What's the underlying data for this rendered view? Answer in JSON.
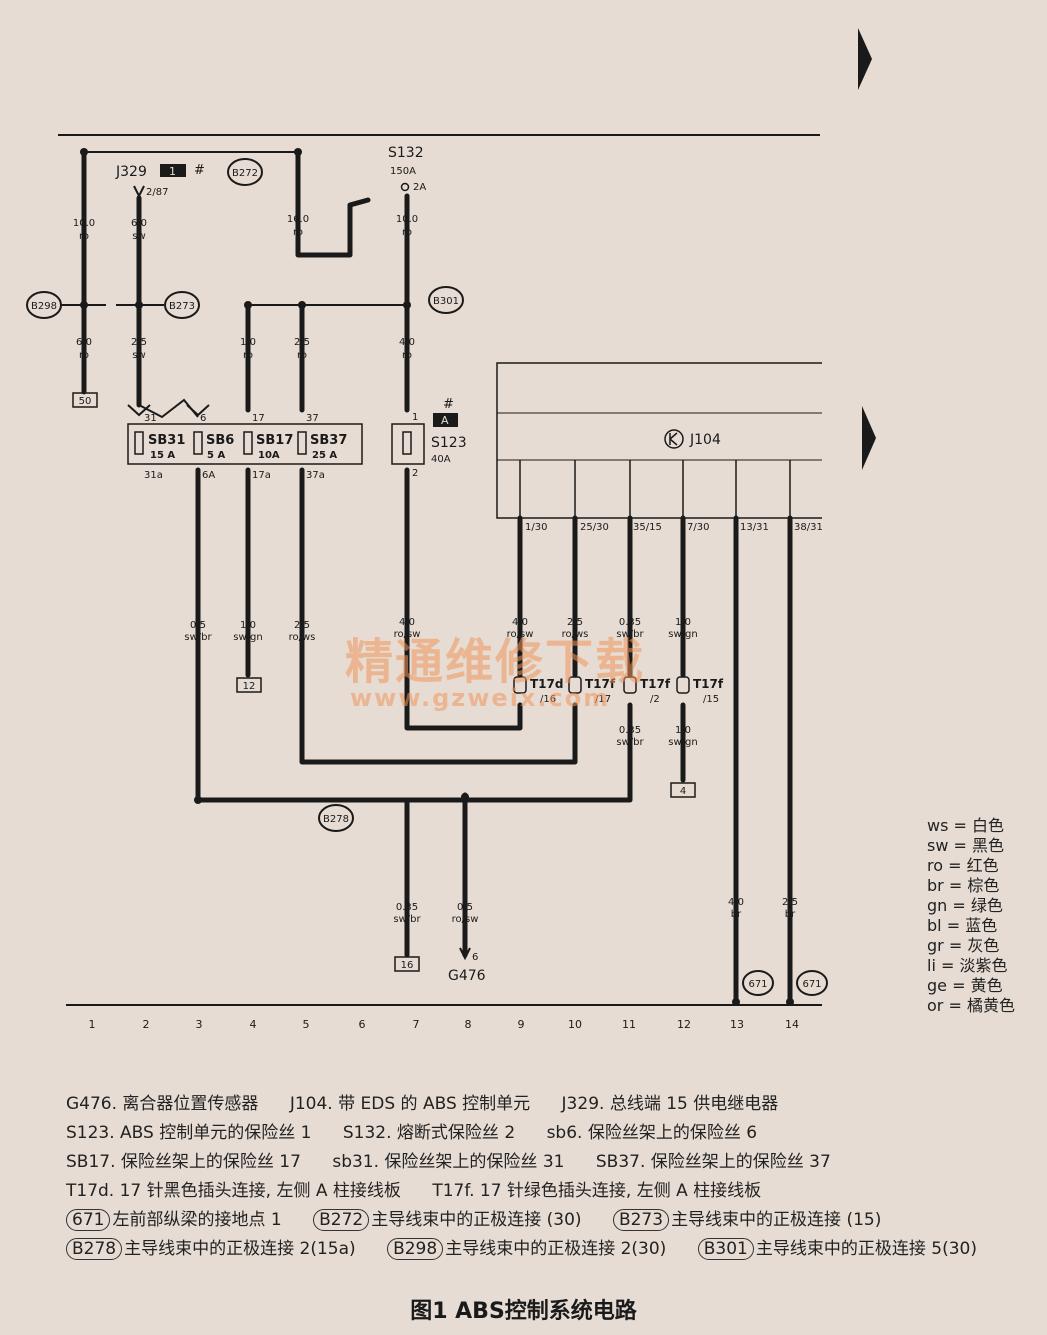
{
  "labels": {
    "j329": "J329",
    "j329_box": "1",
    "hash": "#",
    "b272": "B272",
    "s132": "S132",
    "s132_a": "150A",
    "s132_pin": "2A",
    "pin_287": "2/87",
    "b298": "B298",
    "b273": "B273",
    "b301": "B301",
    "b278": "B278",
    "n671": "671",
    "j104": "J104",
    "s123": "S123",
    "s123_a": "40A",
    "s123_box": "A",
    "g476": "G476"
  },
  "wires": [
    {
      "id": "w1",
      "size": "10.0",
      "color": "ro"
    },
    {
      "id": "w2",
      "size": "6.0",
      "color": "sw"
    },
    {
      "id": "w3",
      "size": "16.0",
      "color": "ro"
    },
    {
      "id": "w4",
      "size": "10.0",
      "color": "ro"
    },
    {
      "id": "w5",
      "size": "6.0",
      "color": "ro"
    },
    {
      "id": "w6",
      "size": "2.5",
      "color": "sw"
    },
    {
      "id": "w7",
      "size": "1.0",
      "color": "ro"
    },
    {
      "id": "w8",
      "size": "2.5",
      "color": "ro"
    },
    {
      "id": "w9",
      "size": "4.0",
      "color": "ro"
    },
    {
      "id": "w10",
      "size": "0.5",
      "color": "sw/br"
    },
    {
      "id": "w11",
      "size": "1.0",
      "color": "sw/gn"
    },
    {
      "id": "w12",
      "size": "2.5",
      "color": "ro/ws"
    },
    {
      "id": "w13",
      "size": "4.0",
      "color": "ro/sw"
    },
    {
      "id": "w14",
      "size": "4.0",
      "color": "ro/sw"
    },
    {
      "id": "w15",
      "size": "2.5",
      "color": "ro/ws"
    },
    {
      "id": "w16",
      "size": "0.35",
      "color": "sw/br"
    },
    {
      "id": "w17",
      "size": "1.0",
      "color": "sw/gn"
    },
    {
      "id": "w18",
      "size": "0.35",
      "color": "sw/br"
    },
    {
      "id": "w19",
      "size": "1.0",
      "color": "sw/gn"
    },
    {
      "id": "w20",
      "size": "0.35",
      "color": "sw/br"
    },
    {
      "id": "w21",
      "size": "0.5",
      "color": "ro/sw"
    },
    {
      "id": "w22",
      "size": "4.0",
      "color": "br"
    },
    {
      "id": "w23",
      "size": "2.5",
      "color": "br"
    }
  ],
  "terminals": [
    "50",
    "12",
    "4",
    "16"
  ],
  "fuses": [
    {
      "name": "SB31",
      "rating": "15 A",
      "in": "31",
      "out": "31a"
    },
    {
      "name": "SB6",
      "rating": "5 A",
      "in": "6",
      "out": "6A"
    },
    {
      "name": "SB17",
      "rating": "10A",
      "in": "17",
      "out": "17a"
    },
    {
      "name": "SB37",
      "rating": "25 A",
      "in": "37",
      "out": "37a"
    }
  ],
  "s123_pins": [
    "1",
    "2"
  ],
  "j104_pins": [
    "1/30",
    "25/30",
    "35/15",
    "7/30",
    "13/31",
    "38/31"
  ],
  "connectors": [
    {
      "name": "T17d",
      "pin": "/16"
    },
    {
      "name": "T17f",
      "pin": "/17"
    },
    {
      "name": "T17f",
      "pin": "/2"
    },
    {
      "name": "T17f",
      "pin": "/15"
    }
  ],
  "g476_pin": "6",
  "columns": [
    "1",
    "2",
    "3",
    "4",
    "5",
    "6",
    "7",
    "8",
    "9",
    "10",
    "11",
    "12",
    "13",
    "14"
  ],
  "watermark": {
    "line1": "精通维修下载",
    "line2": "www.gzweix.com"
  },
  "legend": [
    {
      "code": "ws",
      "name": "白色"
    },
    {
      "code": "sw",
      "name": "黑色"
    },
    {
      "code": "ro",
      "name": "红色"
    },
    {
      "code": "br",
      "name": "棕色"
    },
    {
      "code": "gn",
      "name": "绿色"
    },
    {
      "code": "bl",
      "name": "蓝色"
    },
    {
      "code": "gr",
      "name": "灰色"
    },
    {
      "code": "li",
      "name": "淡紫色"
    },
    {
      "code": "ge",
      "name": "黄色"
    },
    {
      "code": "or",
      "name": "橘黄色"
    }
  ],
  "caption": {
    "items": [
      "G476. 离合器位置传感器",
      "J104. 带 EDS 的 ABS 控制单元",
      "J329. 总线端 15 供电继电器",
      "S123. ABS 控制单元的保险丝 1",
      "S132. 熔断式保险丝 2",
      "sb6. 保险丝架上的保险丝 6",
      "SB17. 保险丝架上的保险丝 17",
      "sb31. 保险丝架上的保险丝 31",
      "SB37. 保险丝架上的保险丝 37",
      "T17d. 17 针黑色插头连接, 左侧 A 柱接线板",
      "T17f. 17 针绿色插头连接, 左侧 A 柱接线板"
    ],
    "oval_items": [
      {
        "code": "671",
        "text": "左前部纵梁的接地点 1"
      },
      {
        "code": "B272",
        "text": "主导线束中的正极连接 (30)"
      },
      {
        "code": "B273",
        "text": "主导线束中的正极连接 (15)"
      },
      {
        "code": "B278",
        "text": "主导线束中的正极连接 2(15a)"
      },
      {
        "code": "B298",
        "text": "主导线束中的正极连接 2(30)"
      },
      {
        "code": "B301",
        "text": "主导线束中的正极连接 5(30)"
      }
    ]
  },
  "figure_title": "图1   ABS控制系统电路",
  "colors": {
    "ink": "#1a1a1a",
    "paper": "#e6dcd4",
    "watermark": "#f0965a"
  }
}
